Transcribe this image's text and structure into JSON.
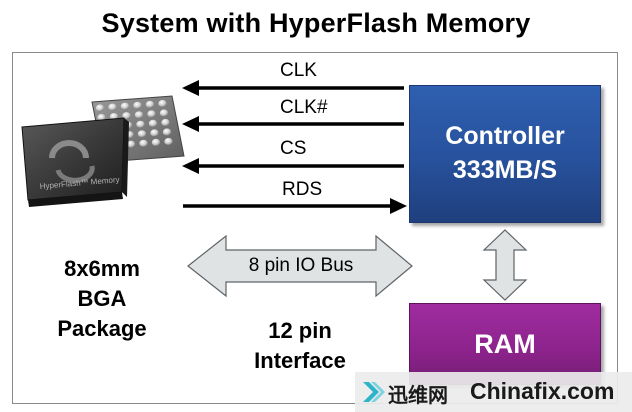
{
  "title": "System with HyperFlash Memory",
  "signals": {
    "clk": "CLK",
    "clk_n": "CLK#",
    "cs": "CS",
    "rds": "RDS"
  },
  "controller": {
    "line1": "Controller",
    "line2": "333MB/S",
    "color": "#2f5fb0"
  },
  "ram": {
    "label": "RAM",
    "color": "#8c238b"
  },
  "chip": {
    "brand_text": "HyperFlash™ Memory"
  },
  "package": {
    "line1": "8x6mm",
    "line2": "BGA",
    "line3": "Package"
  },
  "interface": {
    "line1": "12 pin",
    "line2": "Interface"
  },
  "io_bus": {
    "label": "8 pin IO Bus",
    "fill": "#dfe3e3"
  },
  "watermark": {
    "chinese": "迅维网",
    "english": "Chinafix.com"
  }
}
